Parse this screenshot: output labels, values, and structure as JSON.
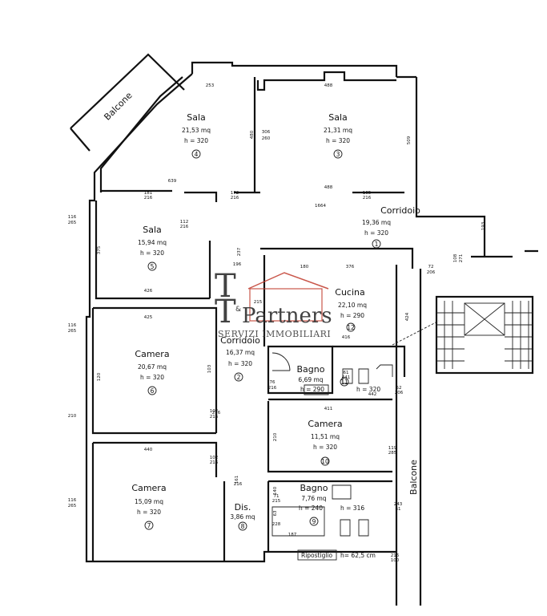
{
  "rooms": [
    {
      "id": "r4",
      "name": "Sala",
      "area": "21,53 mq",
      "height": "h = 320",
      "number": "4"
    },
    {
      "id": "r3",
      "name": "Sala",
      "area": "21,31 mq",
      "height": "h = 320",
      "number": "3"
    },
    {
      "id": "r1",
      "name": "Corridoio",
      "area": "19,36 mq",
      "height": "h = 320",
      "number": "1"
    },
    {
      "id": "r5",
      "name": "Sala",
      "area": "15,94 mq",
      "height": "h = 320",
      "number": "5"
    },
    {
      "id": "r12",
      "name": "Cucina",
      "area": "22,10 mq",
      "height": "h = 290",
      "number": "12"
    },
    {
      "id": "r2",
      "name": "Corridoio",
      "area": "16,37 mq",
      "height": "h = 320",
      "number": "2"
    },
    {
      "id": "r6",
      "name": "Camera",
      "area": "20,67 mq",
      "height": "h = 320",
      "number": "6"
    },
    {
      "id": "r11",
      "name": "Bagno",
      "area": "6,69 mq",
      "height": "h = 290",
      "number": "11",
      "height2": "h = 320"
    },
    {
      "id": "r10",
      "name": "Camera",
      "area": "11,51 mq",
      "height": "h = 320",
      "number": "10"
    },
    {
      "id": "r7",
      "name": "Camera",
      "area": "15,09 mq",
      "height": "h = 320",
      "number": "7"
    },
    {
      "id": "r8",
      "name": "Dis.",
      "area": "3,86 mq",
      "height": "",
      "number": "8"
    },
    {
      "id": "r9",
      "name": "Bagno",
      "area": "7,76 mq",
      "height": "h = 240",
      "number": "9",
      "height2": "h = 316"
    }
  ],
  "labels": {
    "balcony_top": "Balcone",
    "balcony_right": "Balcone",
    "storage": "Ripostiglio",
    "storage_height": "h= 62,5 cm"
  },
  "watermark": {
    "letter1": "T",
    "letter2": "T",
    "amp": "&",
    "brand": "Partners",
    "tagline": "SERVIZI IMMOBILIARI"
  },
  "dimensions": [
    "253",
    "488",
    "509",
    "306",
    "260",
    "480",
    "488",
    "639",
    "181",
    "216",
    "172",
    "216",
    "165",
    "216",
    "1664",
    "193",
    "116",
    "265",
    "112",
    "216",
    "375",
    "426",
    "116",
    "265",
    "425",
    "196",
    "237",
    "180",
    "376",
    "72",
    "206",
    "108",
    "271",
    "215",
    "424",
    "416",
    "103",
    "216",
    "76",
    "216",
    "61",
    "441",
    "442",
    "52",
    "206",
    "120",
    "210",
    "102",
    "216",
    "411",
    "210",
    "119",
    "285",
    "116",
    "265",
    "440",
    "102",
    "216",
    "161",
    "216",
    "71",
    "215",
    "63",
    "187",
    "243",
    "61",
    "216",
    "100",
    "140",
    "228",
    "83"
  ],
  "colors": {
    "wall": "#111111",
    "watermark_red": "#c0392b",
    "text": "#111111"
  }
}
